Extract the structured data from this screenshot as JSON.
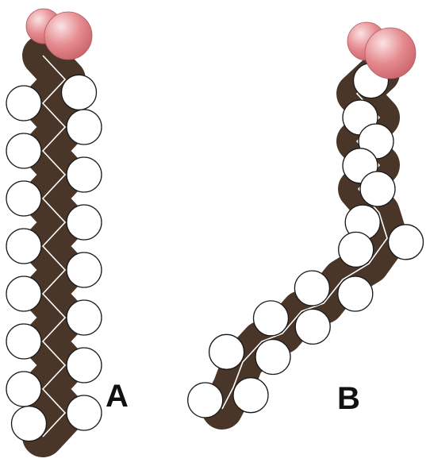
{
  "panels": [
    {
      "id": "A",
      "label": "A"
    },
    {
      "id": "B",
      "label": "B"
    }
  ],
  "colors": {
    "backbone": "#4a3529",
    "backbone_edge": "#2a1c14",
    "hydrogen_fill": "#ffffff",
    "hydrogen_stroke": "#1a1a1a",
    "oxygen": "#e58a8f",
    "oxygen_highlight": "#fbe3e4",
    "bond": "#ffffff",
    "label": "#111111"
  }
}
